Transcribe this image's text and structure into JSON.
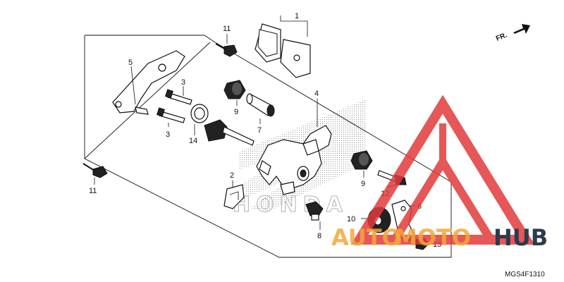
{
  "diagram": {
    "direction_label": "FR.",
    "drawing_code": "MGS4F1310",
    "background_brand": "HONDA",
    "callouts": {
      "c1": "1",
      "c2": "2",
      "c3a": "3",
      "c3b": "3",
      "c4": "4",
      "c5": "5",
      "c6": "6",
      "c7": "7",
      "c8": "8",
      "c9a": "9",
      "c9b": "9",
      "c10": "10",
      "c11a": "11",
      "c11b": "11",
      "c12": "12",
      "c13": "13",
      "c14": "14"
    }
  },
  "watermark": {
    "text_auto": "AUTO",
    "text_moto": "MOTO",
    "text_hub": "HUB",
    "colors": {
      "triangle": "#e23a3a",
      "auto_moto": "#f2a93a",
      "hub": "#2c3b4d"
    }
  }
}
